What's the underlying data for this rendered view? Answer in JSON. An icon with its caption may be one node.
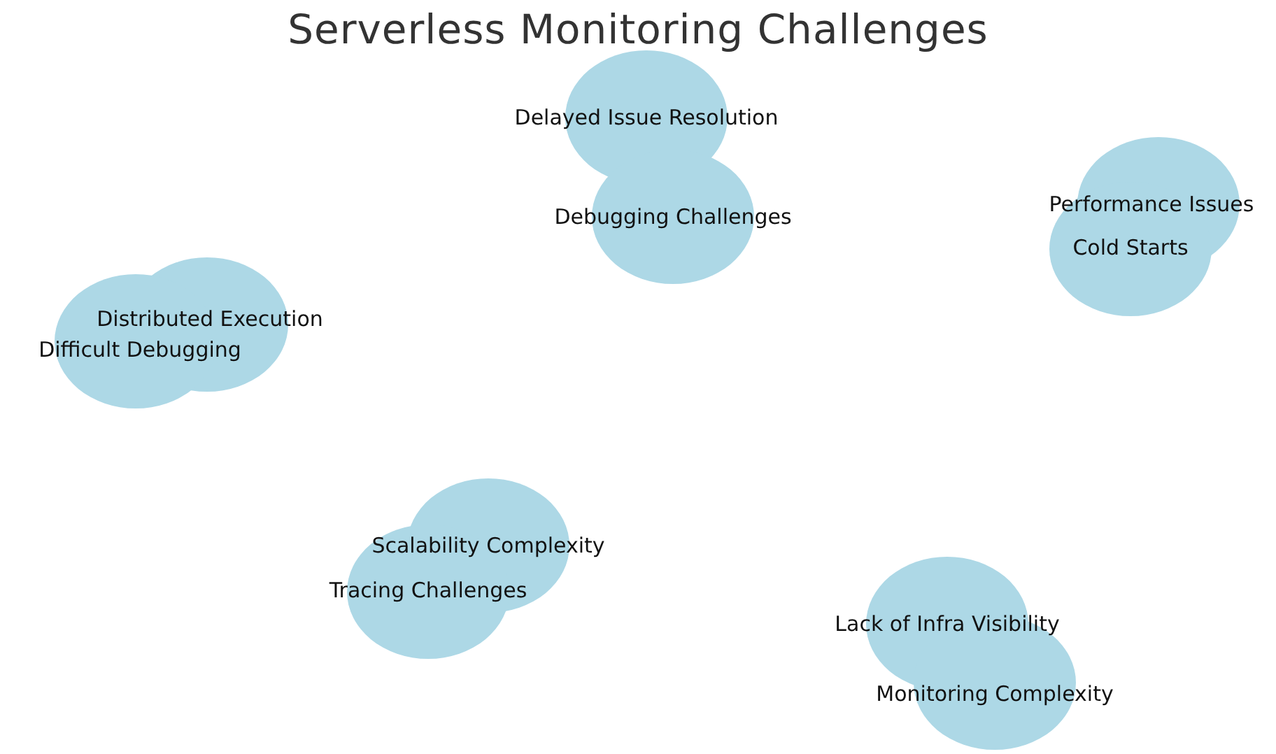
{
  "diagram": {
    "title": "Serverless Monitoring Challenges",
    "nodes": [
      {
        "text": [
          "Delayed Issue Resolution"
        ]
      },
      {
        "text": [
          "Performance Issues"
        ]
      },
      {
        "text": [
          "Debugging Challenges"
        ]
      },
      {
        "text": [
          "Cold Starts"
        ]
      },
      {
        "text": [
          "Distributed Execution"
        ]
      },
      {
        "text": [
          "Difficult Debugging"
        ]
      },
      {
        "text": [
          "Scalability Complexity"
        ]
      },
      {
        "text": [
          "Tracing Challenges"
        ]
      },
      {
        "text": [
          "Lack of Infra Visibility"
        ]
      },
      {
        "text": [
          "Monitoring Complexity"
        ]
      }
    ]
  }
}
